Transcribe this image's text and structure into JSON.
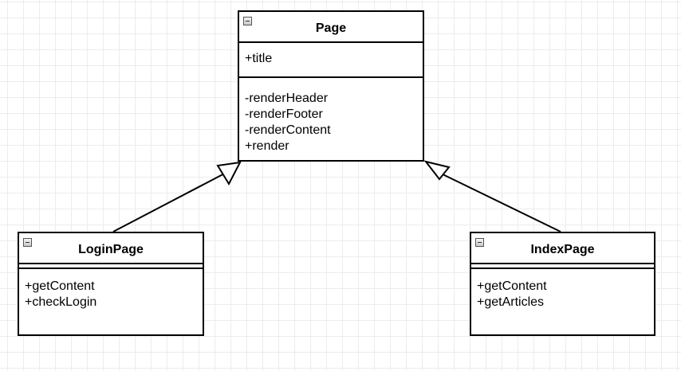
{
  "classes": {
    "page": {
      "name": "Page",
      "attributes": [
        "+title"
      ],
      "methods": [
        "-renderHeader",
        "-renderFooter",
        "-renderContent",
        "+render"
      ]
    },
    "login_page": {
      "name": "LoginPage",
      "attributes": [],
      "methods": [
        "+getContent",
        "+checkLogin"
      ]
    },
    "index_page": {
      "name": "IndexPage",
      "attributes": [],
      "methods": [
        "+getContent",
        "+getArticles"
      ]
    }
  },
  "relationships": [
    {
      "type": "generalization",
      "from": "LoginPage",
      "to": "Page"
    },
    {
      "type": "generalization",
      "from": "IndexPage",
      "to": "Page"
    }
  ]
}
